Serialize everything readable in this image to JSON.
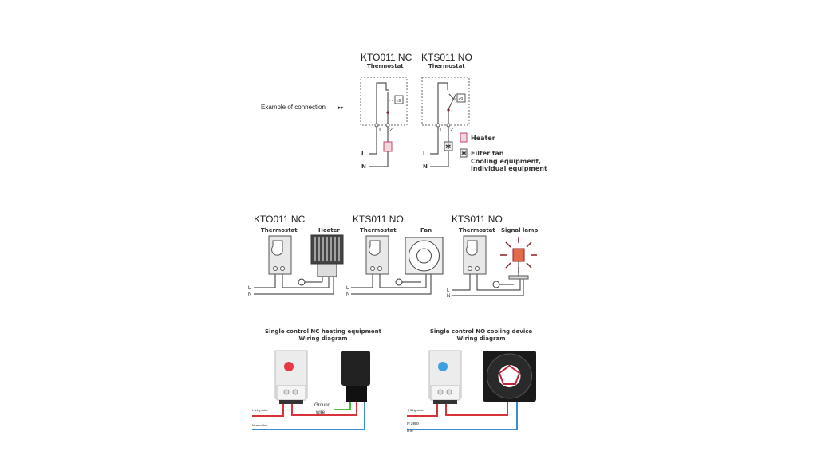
{
  "schematic": {
    "example_label": "Example of connection",
    "arrows": "▸▸",
    "nc": {
      "model": "KTO011 NC",
      "sub": "Thermostat"
    },
    "no": {
      "model": "KTS011 NO",
      "sub": "Thermostat"
    },
    "terminal_1": "1",
    "terminal_2": "2",
    "line_l": "L",
    "line_n": "N",
    "sensor_symbol": "<9",
    "legend": {
      "heater": "Heater",
      "fan_1": "Filter fan",
      "fan_2": "Cooling equipment,",
      "fan_3": "individual equipment"
    }
  },
  "examples": [
    {
      "model": "KTO011 NC",
      "thermostat": "Thermostat",
      "device": "Heater"
    },
    {
      "model": "KTS011 NO",
      "thermostat": "Thermostat",
      "device": "Fan"
    },
    {
      "model": "KTS011 NO",
      "thermostat": "Thermostat",
      "device": "Signal lamp"
    }
  ],
  "wiring": {
    "left": {
      "title": "Single control NC heating equipment",
      "subtitle": "Wiring diagram",
      "l_label": "L firing cable",
      "n_label": "N zero line",
      "ground": "Ground",
      "ground2": "wire"
    },
    "right": {
      "title": "Single control NO cooling device",
      "subtitle": "Wiring diagram",
      "l_label": "L firing cable",
      "n_label": "N zero",
      "n_label2": "line"
    }
  },
  "colors": {
    "live": "#d9333a",
    "neutral": "#3b8ad6",
    "ground": "#4cbb3a",
    "heater_icon": "#c0446a"
  }
}
